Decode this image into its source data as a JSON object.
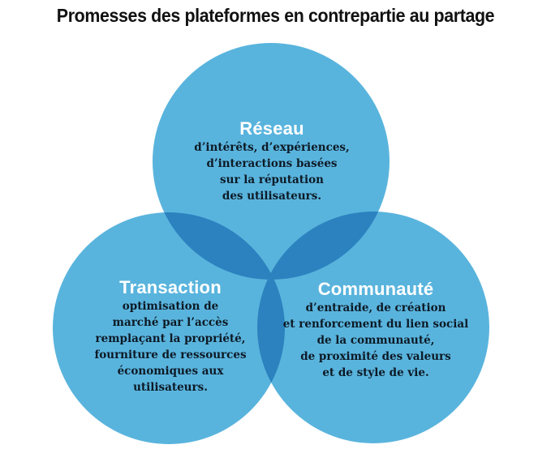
{
  "title": "Promesses des plateformes en contrepartie au partage",
  "colors": {
    "circle_fill": "#59b4dd",
    "overlap_fill": "#2c82bf",
    "heading_text": "#ffffff",
    "body_text": "#0d1a26"
  },
  "circles": {
    "reseau": {
      "heading": "Réseau",
      "lines": [
        "d’intérêts, d’expériences,",
        "d’interactions basées",
        "sur la réputation",
        "des utilisateurs."
      ]
    },
    "transaction": {
      "heading": "Transaction",
      "lines": [
        "optimisation de",
        "marché par l’accès",
        "remplaçant la propriété,",
        "fourniture de ressources",
        "économiques aux",
        "utilisateurs."
      ]
    },
    "communaute": {
      "heading": "Communauté",
      "lines": [
        "d’entraide, de création",
        "et renforcement du lien social",
        "de la communauté,",
        "de proximité des valeurs",
        "et de style de vie."
      ]
    }
  }
}
